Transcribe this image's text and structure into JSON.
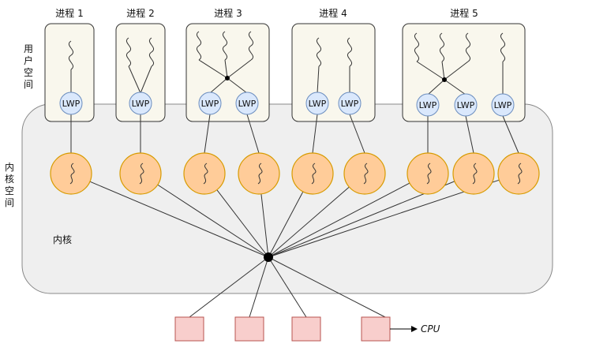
{
  "processes": [
    {
      "label": "进程 1"
    },
    {
      "label": "进程 2"
    },
    {
      "label": "进程 3"
    },
    {
      "label": "进程 4"
    },
    {
      "label": "进程 5"
    }
  ],
  "user_space_label": "用户空间",
  "kernel_space_label": "内核空间",
  "kernel_label": "内核",
  "lwp_label": "LWP",
  "cpu_label": "CPU",
  "colors": {
    "process_box_fill": "#f9f7ed",
    "kernel_fill": "#efefef",
    "lwp_fill": "#dae8fc",
    "lwp_stroke": "#6c8ebf",
    "kthread_fill": "#ffcc99",
    "kthread_stroke": "#d79b00",
    "cpu_fill": "#f8cecc",
    "cpu_stroke": "#b85450"
  }
}
